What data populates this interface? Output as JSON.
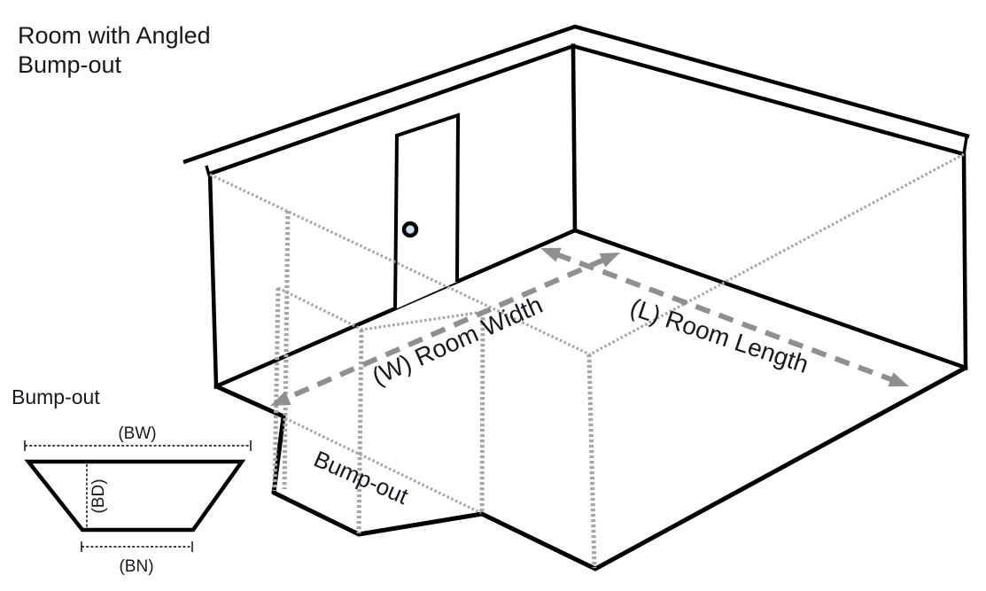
{
  "title": {
    "line1": "Room with Angled",
    "line2": "Bump-out"
  },
  "labels": {
    "room_width": "(W) Room Width",
    "room_length": "(L) Room Length",
    "bumpout_3d": "Bump-out"
  },
  "inset": {
    "title": "Bump-out",
    "bw": "(BW)",
    "bd": "(BD)",
    "bn": "(BN)"
  },
  "colors": {
    "line_black": "#000000",
    "text_dark": "#17171e",
    "arrow_gray": "#8f8f8f",
    "hidden_gray": "#a6a6a6",
    "knob_fill": "#cfe2f3",
    "background": "#ffffff"
  }
}
